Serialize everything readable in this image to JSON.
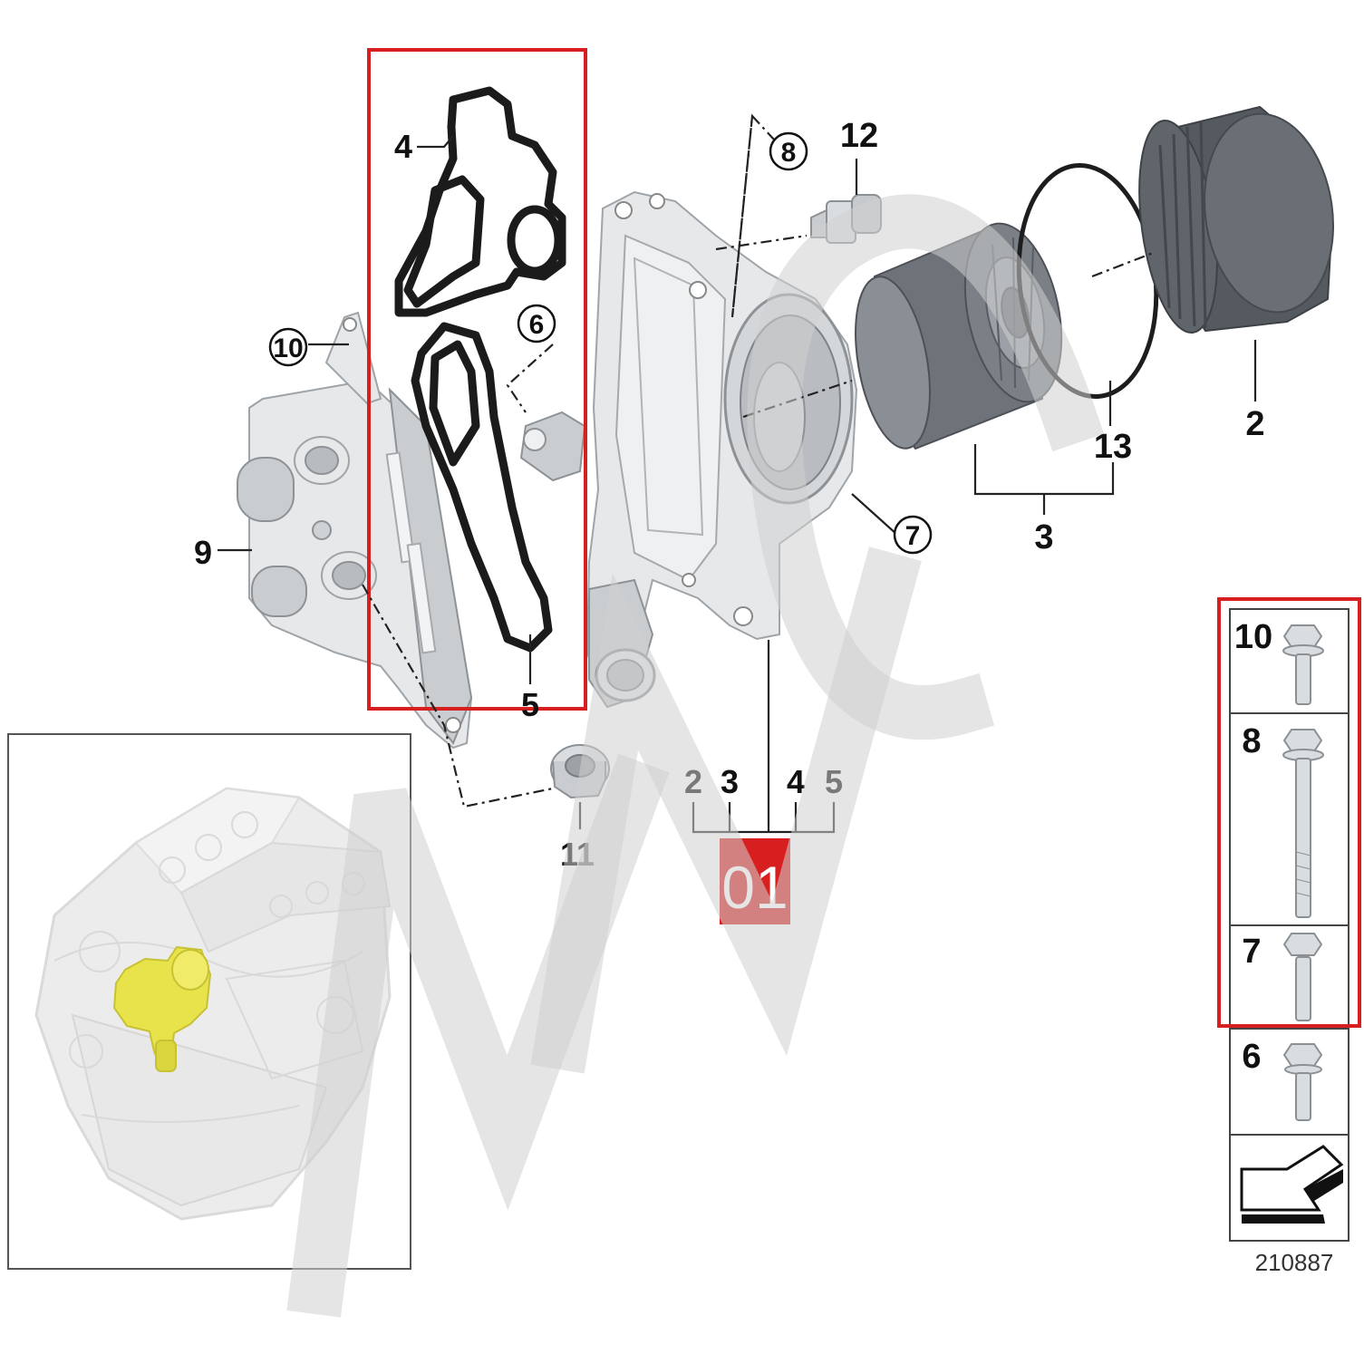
{
  "callouts": {
    "part_2": "2",
    "part_3": "3",
    "part_4": "4",
    "part_5": "5",
    "part_6": "6",
    "part_7": "7",
    "part_8": "8",
    "part_9": "9",
    "part_10": "10",
    "part_11": "11",
    "part_12": "12",
    "part_13": "13"
  },
  "assembly": {
    "badge": "01",
    "badge_color": "#d81f1f",
    "contains": [
      "2",
      "3",
      "4",
      "5"
    ]
  },
  "bolt_legend": {
    "items": [
      "10",
      "8",
      "7",
      "6"
    ]
  },
  "diagram_number": "210887",
  "watermark": "MMC",
  "colors": {
    "highlight_box": "#d81f1f",
    "engine_highlight": "#e8e34a"
  }
}
